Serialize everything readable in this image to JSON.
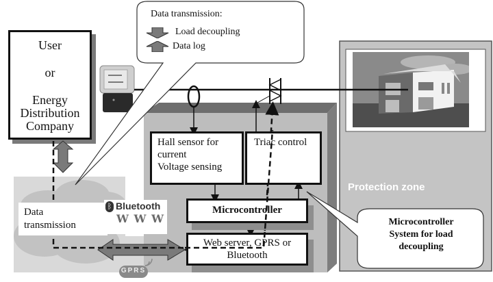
{
  "user_box": {
    "line1": "User",
    "line2": "or",
    "line3": "Energy",
    "line4": "Distribution",
    "line5": "Company"
  },
  "legend_callout": {
    "title": "Data transmission:",
    "items": [
      {
        "icon": "down-arrow-icon",
        "label": "Load decoupling"
      },
      {
        "icon": "up-arrow-icon",
        "label": "Data log"
      }
    ]
  },
  "cloud": {
    "label_line1": "Data",
    "label_line2": "transmission",
    "bluetooth_logo": "Bluetooth",
    "www_logo": "W W W",
    "gprs_badge": "GPRS"
  },
  "system": {
    "hall_sensor": {
      "line1": "Hall sensor for",
      "line2": "current",
      "line3": "Voltage sensing"
    },
    "triac_control": "Triac control",
    "microcontroller": "Microcontroller",
    "web_server": {
      "line1": "Web server, GPRS or",
      "line2": "Bluetooth"
    }
  },
  "protection_zone": {
    "label": "Protection zone"
  },
  "system_callout": {
    "line1": "Microcontroller",
    "line2": "System for load",
    "line3": "decoupling"
  },
  "colors": {
    "zone_gray": "#c4c4c4",
    "system_gray": "#bdbdbd",
    "dark_gray": "#6e6e6e",
    "arrow_gray": "#7a7a7a",
    "cloud_bg": "#d9d9d9"
  }
}
